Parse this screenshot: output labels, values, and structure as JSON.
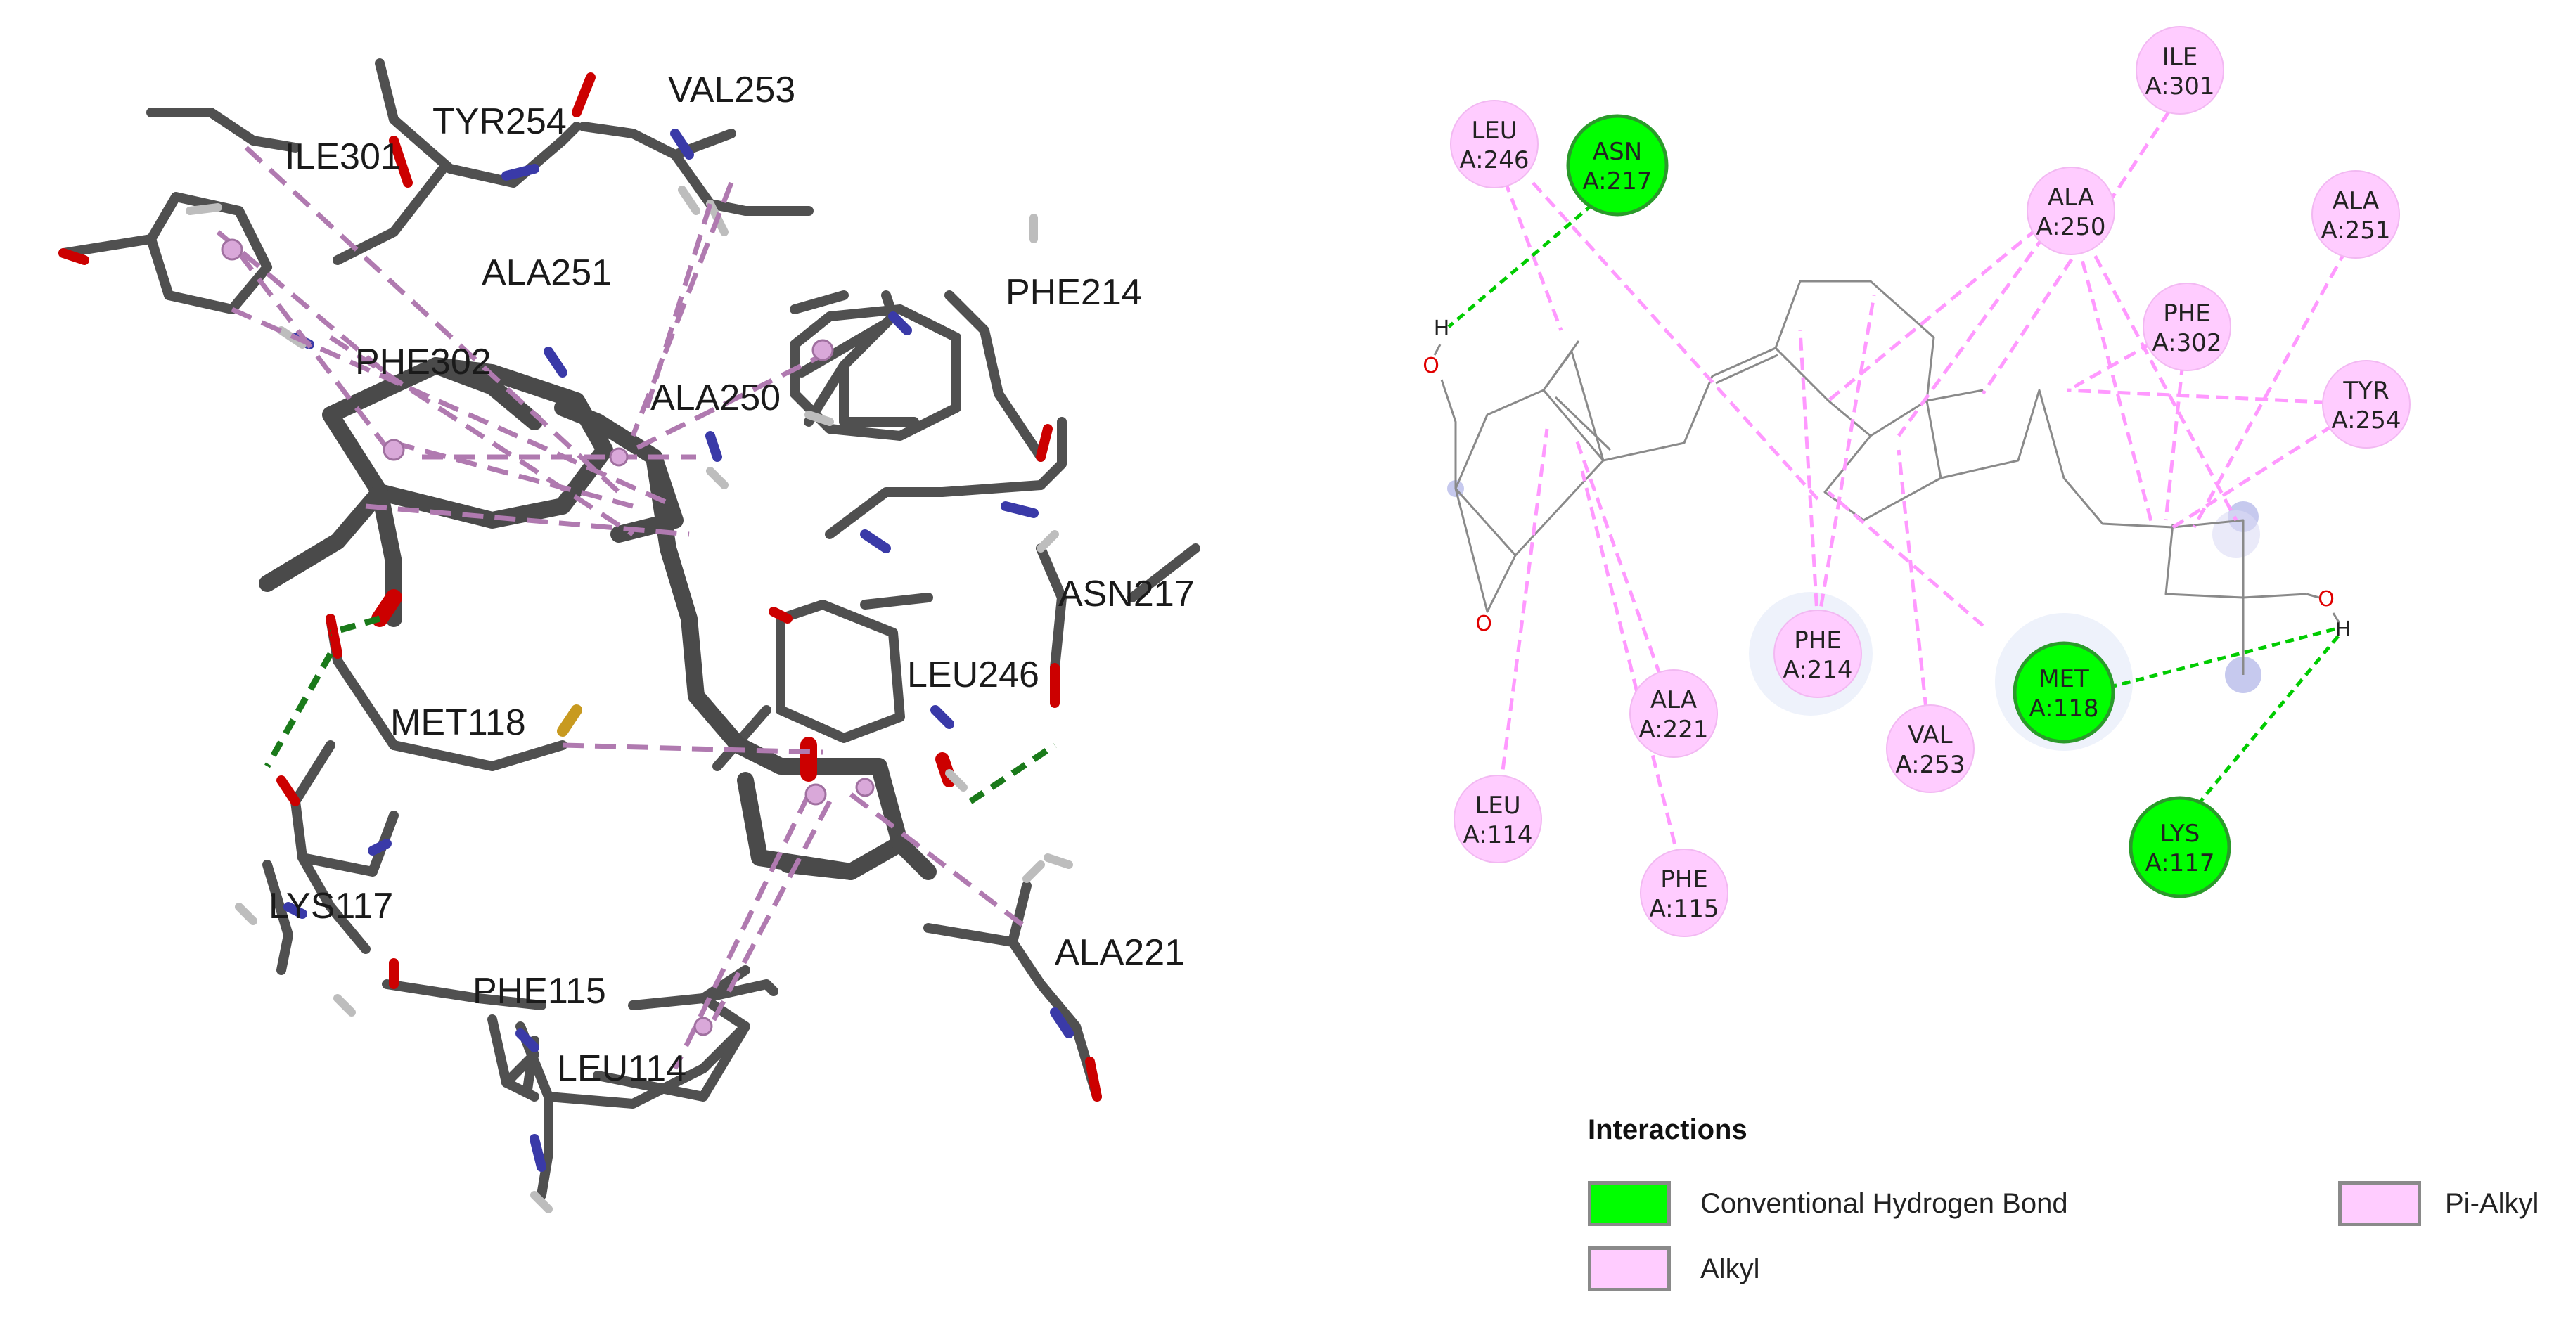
{
  "colors": {
    "hbond": "#00ff00",
    "hbond_line": "#00cc00",
    "alkyl": "#ffccff",
    "alkyl_line": "#ff99ff",
    "stick_carbon": "#505050",
    "oxygen": "#cc0000",
    "nitrogen": "#3a3aa8",
    "pi_alkyl_3d": "#b07ab0",
    "hbond_3d": "#1a7a1a"
  },
  "view3d": {
    "labels": [
      "VAL253",
      "TYR254",
      "ILE301",
      "ALA251",
      "PHE214",
      "PHE302",
      "ALA250",
      "ASN217",
      "LEU246",
      "MET118",
      "LYS117",
      "ALA221",
      "PHE115",
      "LEU114"
    ]
  },
  "diagram2d": {
    "residues": [
      {
        "name": "LEU",
        "id": "A:246",
        "type": "alkyl"
      },
      {
        "name": "ASN",
        "id": "A:217",
        "type": "hbond"
      },
      {
        "name": "ILE",
        "id": "A:301",
        "type": "alkyl"
      },
      {
        "name": "ALA",
        "id": "A:250",
        "type": "alkyl"
      },
      {
        "name": "ALA",
        "id": "A:251",
        "type": "alkyl"
      },
      {
        "name": "PHE",
        "id": "A:302",
        "type": "alkyl"
      },
      {
        "name": "TYR",
        "id": "A:254",
        "type": "alkyl"
      },
      {
        "name": "PHE",
        "id": "A:214",
        "type": "alkyl"
      },
      {
        "name": "MET",
        "id": "A:118",
        "type": "hbond"
      },
      {
        "name": "VAL",
        "id": "A:253",
        "type": "alkyl"
      },
      {
        "name": "ALA",
        "id": "A:221",
        "type": "alkyl"
      },
      {
        "name": "LEU",
        "id": "A:114",
        "type": "alkyl"
      },
      {
        "name": "PHE",
        "id": "A:115",
        "type": "alkyl"
      },
      {
        "name": "LYS",
        "id": "A:117",
        "type": "hbond"
      }
    ],
    "atoms": {
      "oxygen": "O",
      "hydrogen": "H"
    }
  },
  "legend": {
    "title": "Interactions",
    "items": [
      {
        "label": "Conventional Hydrogen Bond",
        "color": "#00ff00"
      },
      {
        "label": "Alkyl",
        "color": "#ffccff"
      },
      {
        "label": "Pi-Alkyl",
        "color": "#ffccff"
      }
    ]
  }
}
